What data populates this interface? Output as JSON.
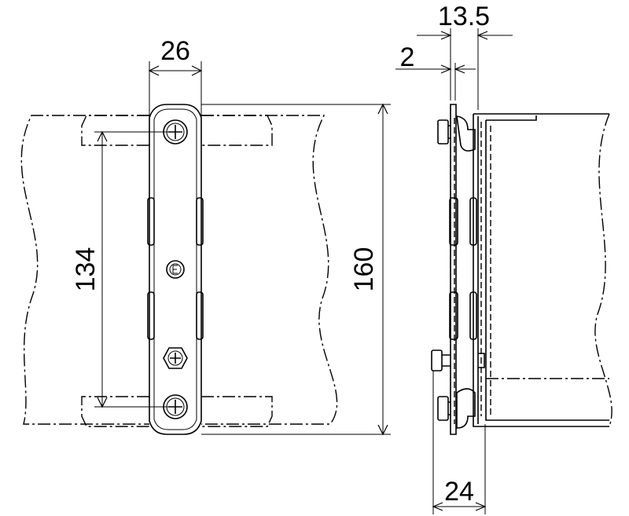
{
  "drawing": {
    "front_view": {
      "width_label": "26",
      "hole_pitch_label": "134",
      "length_label": "160"
    },
    "side_view": {
      "depth_label": "13.5",
      "thickness_label": "2",
      "bolt_projection_label": "24"
    }
  }
}
